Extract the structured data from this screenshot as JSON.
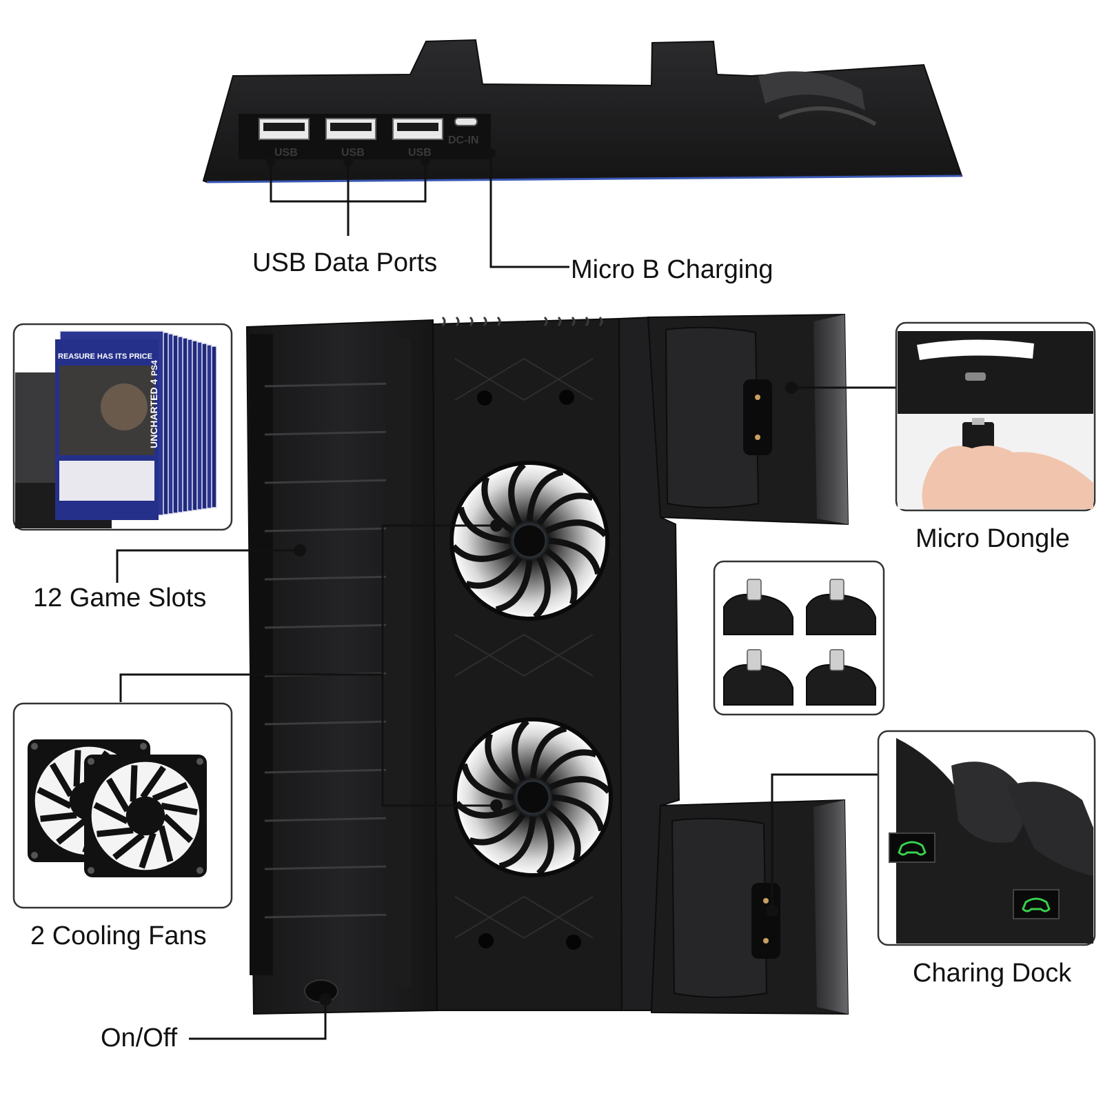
{
  "labels": {
    "usb_data_ports": "USB Data Ports",
    "micro_b_charging": "Micro B Charging",
    "game_slots": "12 Game Slots",
    "cooling_fans": "2 Cooling Fans",
    "on_off": "On/Off",
    "micro_dongle": "Micro Dongle",
    "charging_dock": "Charing Dock"
  },
  "back_panel": {
    "ports": [
      "USB",
      "USB",
      "USB"
    ],
    "dc_in": "DC-IN"
  },
  "game_box": {
    "banner": "REASURE HAS ITS PRICE",
    "spine": "UNCHARTED 4",
    "platform": "PS4"
  },
  "colors": {
    "device": "#1b1b1c",
    "device_edge": "#2d2d2f",
    "leader_line": "#111111",
    "box_art_blue": "#25308a"
  }
}
